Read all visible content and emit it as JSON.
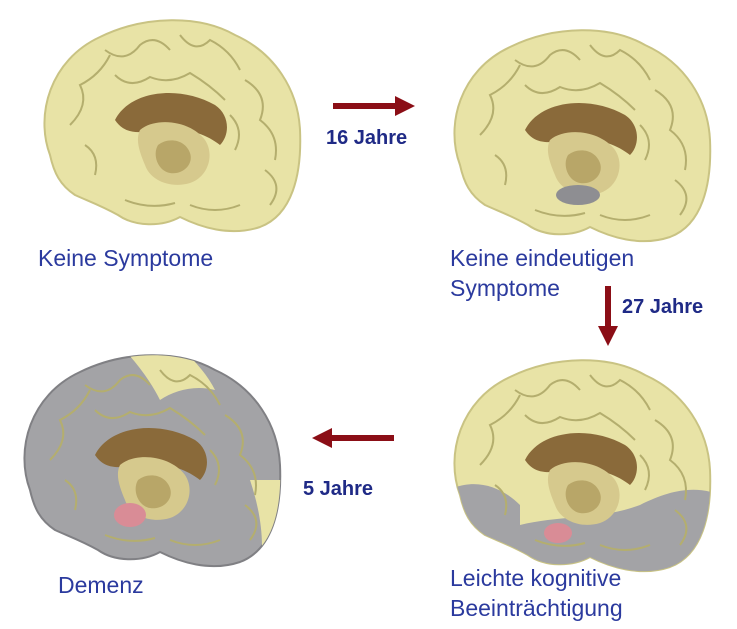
{
  "colors": {
    "healthy": "#e8e3a6",
    "healthy_dark": "#c9c383",
    "atrophy": "#a3a3a6",
    "atrophy_dark": "#808084",
    "lesion": "#d98c96",
    "arrow": "#8b0e16",
    "label": "#2b3a9e",
    "duration": "#1f2a86"
  },
  "stages": [
    {
      "label": "Keine Symptome",
      "icon": "brain-healthy"
    },
    {
      "label_line1": "Keine eindeutigen",
      "label_line2": "Symptome",
      "icon": "brain-early-change"
    },
    {
      "label_line1": "Leichte kognitive",
      "label_line2": "Beeinträchtigung",
      "icon": "brain-mild-atrophy"
    },
    {
      "label": "Demenz",
      "icon": "brain-severe-atrophy"
    }
  ],
  "transitions": [
    {
      "duration": "16 Jahre",
      "direction": "right"
    },
    {
      "duration": "27 Jahre",
      "direction": "down"
    },
    {
      "duration": "5 Jahre",
      "direction": "left"
    }
  ]
}
